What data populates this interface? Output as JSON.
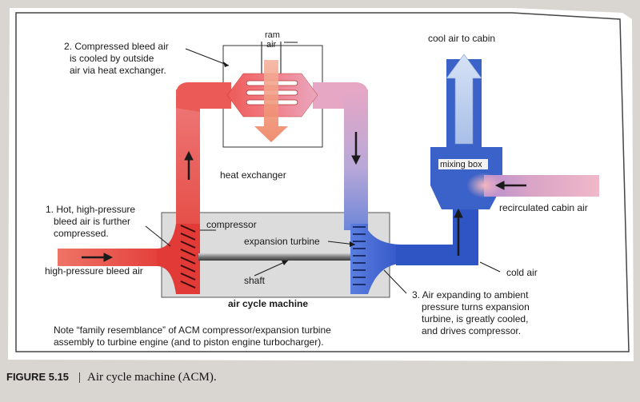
{
  "labels": {
    "step2": [
      "2. Compressed bleed air",
      "is cooled by outside",
      "air via heat exchanger."
    ],
    "ram_air": [
      "ram",
      "air"
    ],
    "heat_exchanger": "heat exchanger",
    "cool_air_to_cabin": "cool air to cabin",
    "mixing_box": "mixing box",
    "recirculated_cabin_air": "recirculated cabin air",
    "step1": [
      "1. Hot, high-pressure",
      "bleed air is further",
      "compressed."
    ],
    "compressor": "compressor",
    "expansion_turbine": "expansion turbine",
    "high_pressure_bleed_air": "high-pressure bleed air",
    "shaft": "shaft",
    "cold_air": "cold air",
    "air_cycle_machine": "air cycle machine",
    "step3": [
      "3. Air expanding to ambient",
      "pressure turns expansion",
      "turbine, is greatly cooled,",
      "and drives compressor."
    ],
    "note": [
      "Note “family resemblance” of ACM compressor/expansion turbine",
      "assembly to turbine engine (and to piston engine turbocharger)."
    ]
  },
  "caption": {
    "figure": "FIGURE 5.15",
    "separator": "|",
    "text": "Air cycle machine (ACM)."
  },
  "colors": {
    "hot": "#e8413e",
    "warm": "#f08a7e",
    "cool": "#3a62c8",
    "cold": "#2b4fc0",
    "light_blue": "#a9bfe8",
    "pink": "#f4b6c0",
    "box_fill": "#dcdcdc"
  }
}
